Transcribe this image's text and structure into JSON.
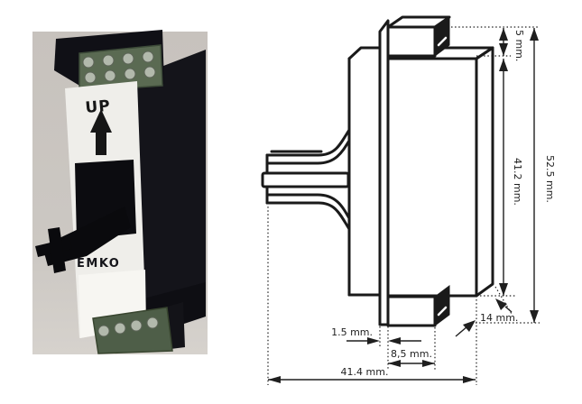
{
  "page": {
    "background": "#ffffff"
  },
  "photo": {
    "up_label": "UP",
    "brand_logo": "EMKO",
    "colors": {
      "background": "#cac5c0",
      "body": "#14141a",
      "front_panel": "#efeeea",
      "pcb": "#5a6a52",
      "screw": "#b2b9ac"
    }
  },
  "drawing": {
    "line_color": "#1a1a1a",
    "dimensions": {
      "top_block_height": "5 mm.",
      "body_height": "41.2 mm.",
      "total_height": "52.5 mm.",
      "body_depth": "14 mm.",
      "panel_thickness": "1.5 mm.",
      "block_width": "8,5 mm.",
      "total_width": "41.4 mm."
    }
  }
}
